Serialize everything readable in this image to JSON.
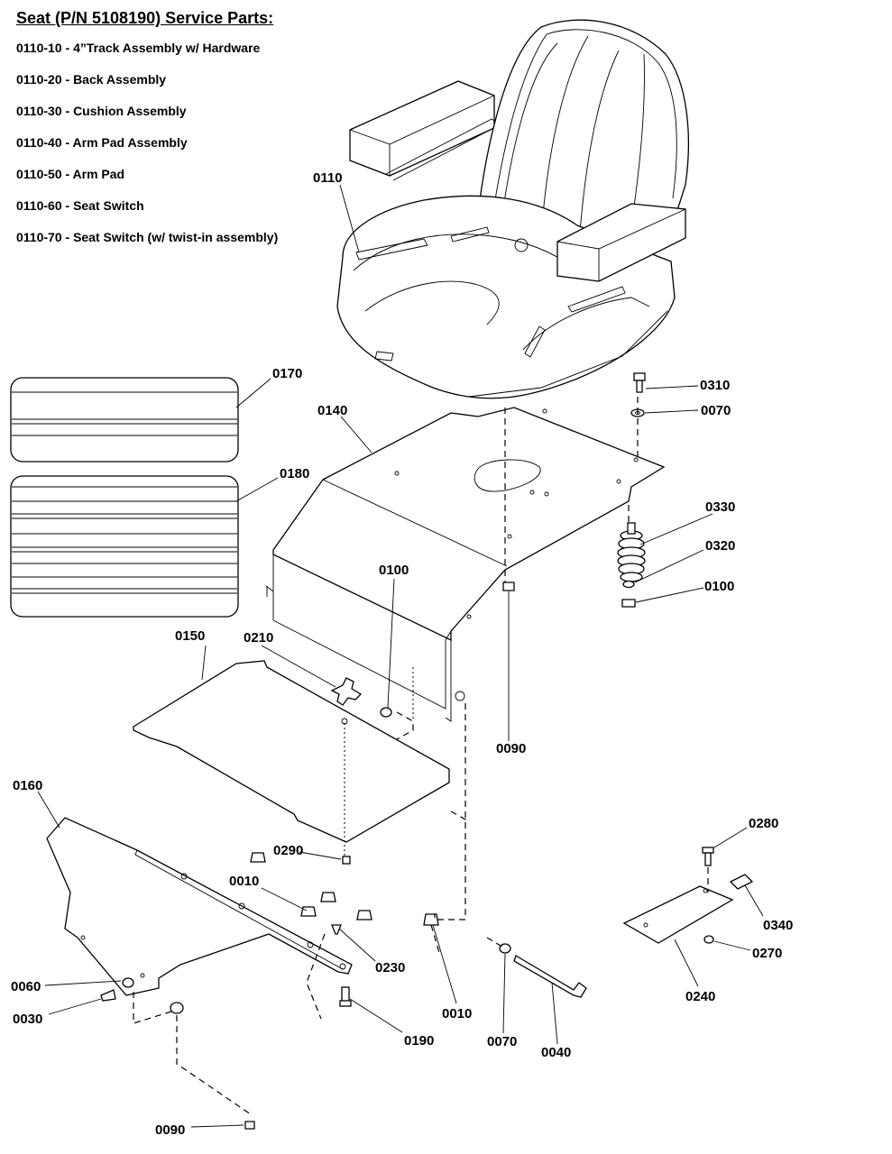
{
  "header": {
    "title": "Seat (P/N 5108190) Service Parts:",
    "service_parts": [
      {
        "code": "0110-10",
        "desc": "4”Track Assembly w/ Hardware"
      },
      {
        "code": "0110-20",
        "desc": "Back Assembly"
      },
      {
        "code": "0110-30",
        "desc": "Cushion Assembly"
      },
      {
        "code": "0110-40",
        "desc": "Arm Pad Assembly"
      },
      {
        "code": "0110-50",
        "desc": "Arm Pad"
      },
      {
        "code": "0110-60",
        "desc": "Seat Switch"
      },
      {
        "code": "0110-70",
        "desc": "Seat Switch (w/ twist-in assembly)"
      }
    ]
  },
  "callouts": {
    "seat": "0110",
    "decal_short": "0170",
    "decal_tall": "0180",
    "seat_pan": "0140",
    "bolt_top": "0310",
    "washer_top": "0070",
    "spring": "0330",
    "washer_spring": "0320",
    "nut_spring": "0100",
    "nut_center": "0100",
    "plate": "0150",
    "knob": "0210",
    "nut_right": "0090",
    "bracket": "0160",
    "nut_low": "0290",
    "bumper_left": "0010",
    "screw_230": "0230",
    "washer_060": "0060",
    "screw_030": "0030",
    "pin_190": "0190",
    "bumper_right": "0010",
    "washer_bottom": "0070",
    "bolt_long": "0040",
    "nut_bottom": "0090",
    "screw_280": "0280",
    "switch_340": "0340",
    "nut_270": "0270",
    "switch_plate": "0240"
  }
}
